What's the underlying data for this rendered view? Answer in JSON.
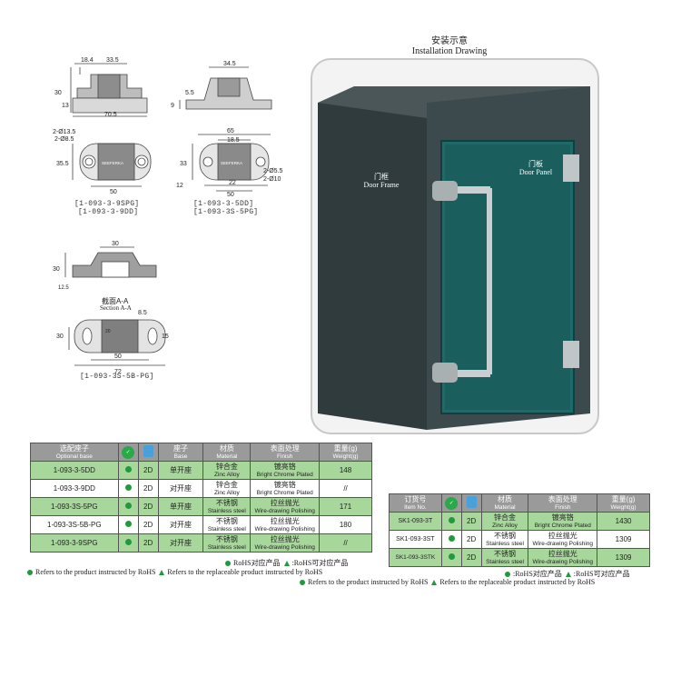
{
  "drawings": {
    "d1": {
      "dims": [
        "18.4",
        "33.5",
        "30",
        "13",
        "70.5"
      ],
      "caption1": "[1-093-3-9SPG]",
      "caption2": "[1-093-3-9DD]"
    },
    "d2": {
      "dims": [
        "34.5",
        "5.5",
        "9"
      ]
    },
    "d3": {
      "dims": [
        "2-Ø13.5",
        "2-Ø8.5",
        "35.5",
        "50"
      ],
      "brand": "SEEFERKA"
    },
    "d4": {
      "dims": [
        "65",
        "18.5",
        "33",
        "2-Ø5.5",
        "2-Ø10",
        "12",
        "22",
        "50"
      ],
      "brand": "SEEFERKA",
      "caption1": "[1-093-3-5DD]",
      "caption2": "[1-093-3S-5PG]"
    },
    "d5": {
      "dims": [
        "30",
        "30",
        "12.5"
      ],
      "section_cn": "截面A-A",
      "section_en": "Section A-A"
    },
    "d6": {
      "dims": [
        "30",
        "8.5",
        "20",
        "15",
        "50",
        "72"
      ],
      "caption1": "[1-093-3S-5B-PG]"
    }
  },
  "install": {
    "title_cn": "安装示意",
    "title_en": "Installation Drawing",
    "frame_cn": "门框",
    "frame_en": "Door Frame",
    "panel_cn": "门板",
    "panel_en": "Door Panel"
  },
  "table1": {
    "headers": [
      {
        "cn": "选配座子",
        "en": "Optional base"
      },
      {
        "icon": "rohs-icon"
      },
      {
        "icon": "document-icon"
      },
      {
        "cn": "座子",
        "en": "Base"
      },
      {
        "cn": "材质",
        "en": "Material"
      },
      {
        "cn": "表面处理",
        "en": "Finish"
      },
      {
        "cn": "重量(g)",
        "en": "Weight(g)"
      }
    ],
    "rows": [
      {
        "item": "1-093-3-5DD",
        "cad": "2D",
        "base": "单开座",
        "mat_cn": "锌合金",
        "mat_en": "Zinc Alloy",
        "fin_cn": "镀亮铬",
        "fin_en": "Bright Chrome Plated",
        "weight": "148"
      },
      {
        "item": "1-093-3-9DD",
        "cad": "2D",
        "base": "对开座",
        "mat_cn": "锌合金",
        "mat_en": "Zinc Alloy",
        "fin_cn": "镀亮铬",
        "fin_en": "Bright Chrome Plated",
        "weight": "//"
      },
      {
        "item": "1-093-3S-5PG",
        "cad": "2D",
        "base": "单开座",
        "mat_cn": "不锈钢",
        "mat_en": "Stainless steel",
        "fin_cn": "拉丝抛光",
        "fin_en": "Wire-drawing Polishing",
        "weight": "171"
      },
      {
        "item": "1-093-3S-5B-PG",
        "cad": "2D",
        "base": "对开座",
        "mat_cn": "不锈钢",
        "mat_en": "Stainless steel",
        "fin_cn": "拉丝抛光",
        "fin_en": "Wire-drawing Polishing",
        "weight": "180"
      },
      {
        "item": "1-093-3-9SPG",
        "cad": "2D",
        "base": "对开座",
        "mat_cn": "不锈钢",
        "mat_en": "Stainless steel",
        "fin_cn": "拉丝抛光",
        "fin_en": "Wire-drawing Polishing",
        "weight": "//"
      }
    ],
    "note_cn1": "RoHS对应产品",
    "note_cn2": ":RoHS可对应产品",
    "note_en1": "Refers to the product instructed by RoHS",
    "note_en2": "Refers to the replaceable product instructed by RoHS"
  },
  "table2": {
    "headers": [
      {
        "cn": "订货号",
        "en": "Item No."
      },
      {
        "icon": "rohs-icon"
      },
      {
        "icon": "document-icon"
      },
      {
        "cn": "材质",
        "en": "Material"
      },
      {
        "cn": "表面处理",
        "en": "Finish"
      },
      {
        "cn": "重量(g)",
        "en": "Weight(g)"
      }
    ],
    "rows": [
      {
        "item": "SK1-093-3T",
        "cad": "2D",
        "mat_cn": "锌合金",
        "mat_en": "Zinc Alloy",
        "fin_cn": "镀亮铬",
        "fin_en": "Bright Chrome Plated",
        "weight": "1430"
      },
      {
        "item": "SK1-093-3ST",
        "cad": "2D",
        "mat_cn": "不锈钢",
        "mat_en": "Stainless steel",
        "fin_cn": "拉丝抛光",
        "fin_en": "Wire-drawing Polishing",
        "weight": "1309"
      },
      {
        "item": "SK1-093-3STK",
        "cad": "2D",
        "mat_cn": "不锈钢",
        "mat_en": "Stainless steel",
        "fin_cn": "拉丝抛光",
        "fin_en": "Wire-drawing Polishing",
        "weight": "1309"
      }
    ],
    "note_cn1": ":RoHS对应产品",
    "note_cn2": ":RoHS可对应产品",
    "note_en1": "Refers to the product instructed by RoHS",
    "note_en2": "Refers to the replaceable product instructed by RoHS"
  },
  "colors": {
    "header_gray": "#9a9a9a",
    "row_green": "#a8d79c",
    "rohs_green": "#1f9a3c",
    "cabinet": "#3c4a4d",
    "panel_teal": "#1f6a68"
  }
}
